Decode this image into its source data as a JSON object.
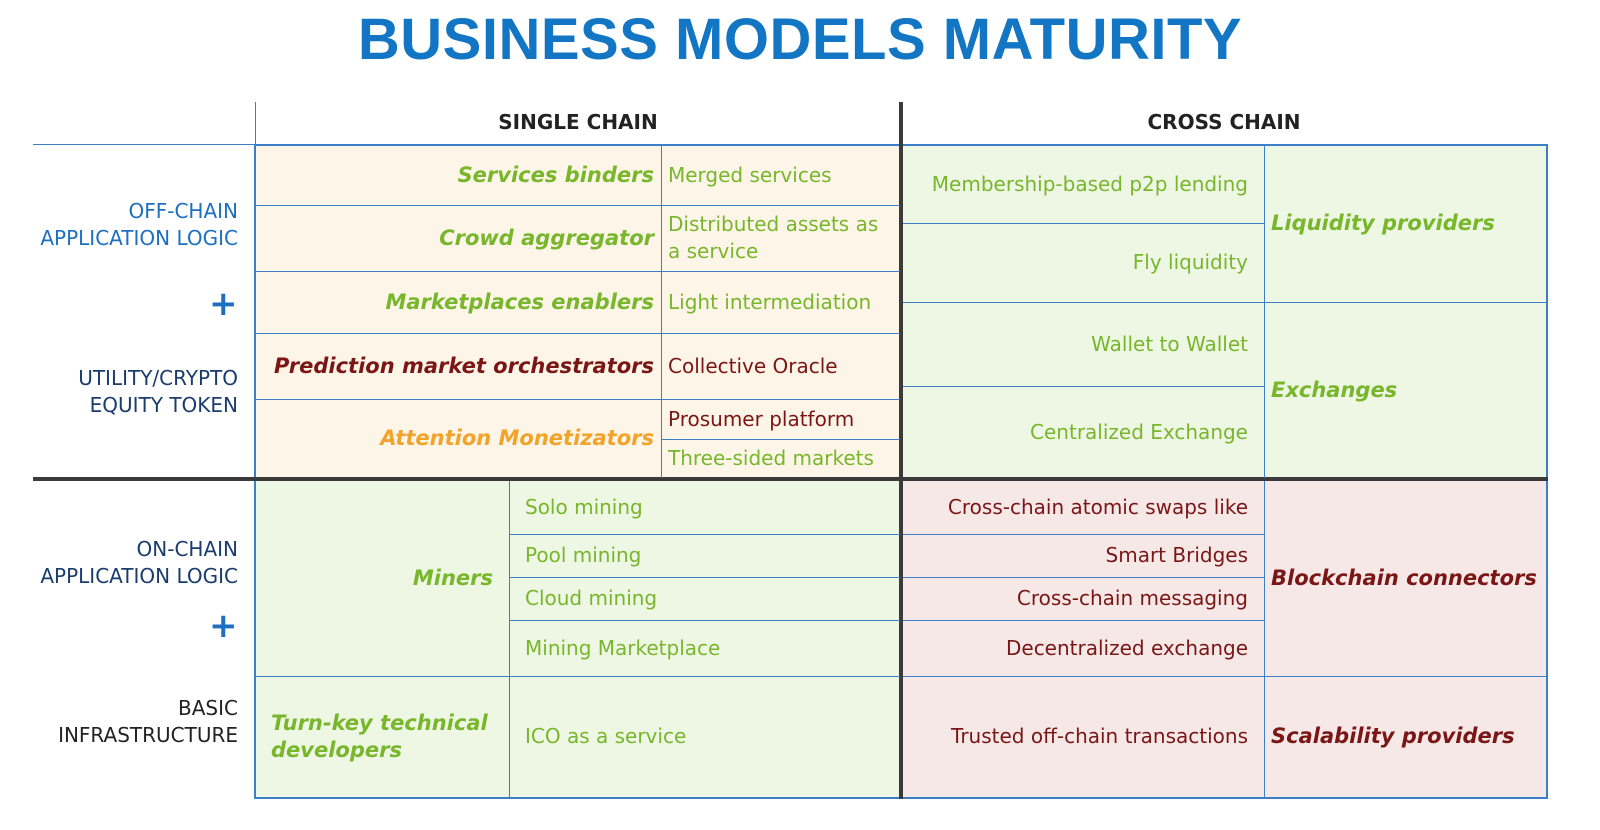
{
  "title": "BUSINESS MODELS MATURITY",
  "columns": {
    "single_chain": "SINGLE CHAIN",
    "cross_chain": "CROSS CHAIN"
  },
  "row_labels": {
    "top": {
      "line1": "OFF-CHAIN",
      "line2": "APPLICATION LOGIC",
      "plus": "+",
      "line3": "UTILITY/CRYPTO",
      "line4": "EQUITY TOKEN"
    },
    "bottom": {
      "line1": "ON-CHAIN",
      "line2": "APPLICATION LOGIC",
      "plus": "+",
      "line3": "BASIC",
      "line4": "INFRASTRUCTURE"
    }
  },
  "top_single": [
    {
      "category": "Services binders",
      "item": "Merged services"
    },
    {
      "category": "Crowd aggregator",
      "item": "Distributed assets as a service"
    },
    {
      "category": "Marketplaces enablers",
      "item": "Light intermediation"
    },
    {
      "category": "Prediction market orchestrators",
      "item": "Collective Oracle"
    },
    {
      "category": "Attention Monetizators",
      "items": [
        "Prosumer platform",
        "Three-sided markets"
      ]
    }
  ],
  "top_cross": {
    "liquidity": {
      "category": "Liquidity providers",
      "items": [
        "Membership-based p2p lending",
        "Fly liquidity"
      ]
    },
    "exchanges": {
      "category": "Exchanges",
      "items": [
        "Wallet to Wallet",
        "Centralized Exchange"
      ]
    }
  },
  "bottom_single": {
    "miners": {
      "category": "Miners",
      "items": [
        "Solo mining",
        "Pool mining",
        "Cloud mining",
        "Mining Marketplace"
      ]
    },
    "turnkey": {
      "category": "Turn-key technical developers",
      "item": "ICO as a service"
    }
  },
  "bottom_cross": {
    "connectors": {
      "category": "Blockchain connectors",
      "items": [
        "Cross-chain atomic swaps like",
        "Smart Bridges",
        "Cross-chain messaging",
        "Decentralized exchange"
      ]
    },
    "scalability": {
      "category": "Scalability providers",
      "item": "Trusted off-chain transactions"
    }
  },
  "colors": {
    "title": "#1276c4",
    "green": "#78b62b",
    "dark_red": "#7b1616",
    "orange": "#f2a32a",
    "grid_blue": "#3b80c6"
  }
}
